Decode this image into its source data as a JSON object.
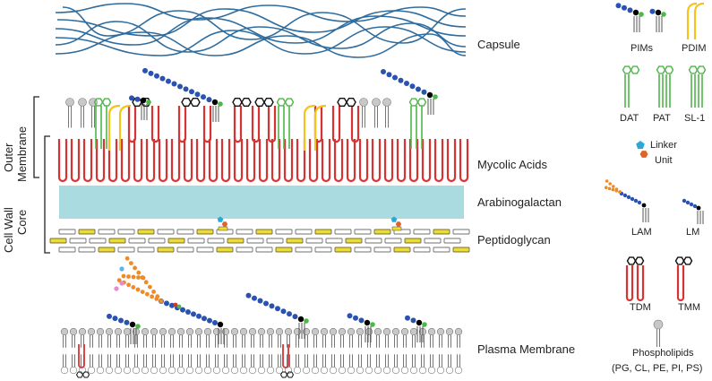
{
  "labels": {
    "capsule": "Capsule",
    "mycolic_acids": "Mycolic Acids",
    "arabinogalactan": "Arabinogalactan",
    "peptidoglycan": "Peptidoglycan",
    "plasma_membrane": "Plasma Membrane",
    "outer_membrane_1": "Outer",
    "outer_membrane_2": "Membrane",
    "cell_wall_core_1": "Cell Wall",
    "cell_wall_core_2": "Core"
  },
  "legend": {
    "pims": "PIMs",
    "pdim": "PDIM",
    "dat": "DAT",
    "pat": "PAT",
    "sl1": "SL-1",
    "linker_1": "Linker",
    "linker_2": "Unit",
    "lam": "LAM",
    "lm": "LM",
    "tdm": "TDM",
    "tmm": "TMM",
    "phospholipids_1": "Phospholipids",
    "phospholipids_2": "(PG, CL, PE, PI, PS)"
  },
  "colors": {
    "capsule": "#2e6c9e",
    "mycolic": "#d93232",
    "arabinogalactan": "#a9dbe0",
    "pdim": "#f5c31c",
    "sulfolipid": "#4db848",
    "mannose": "#2a52b0",
    "inositol": "#000000",
    "lipid_head": "#c8c8c8",
    "arabinose": "#f08a24",
    "peptidoglycan_yellow": "#f0dc2c",
    "linker_pentagon": "#29a9d8",
    "linker_hex": "#e0642a"
  }
}
